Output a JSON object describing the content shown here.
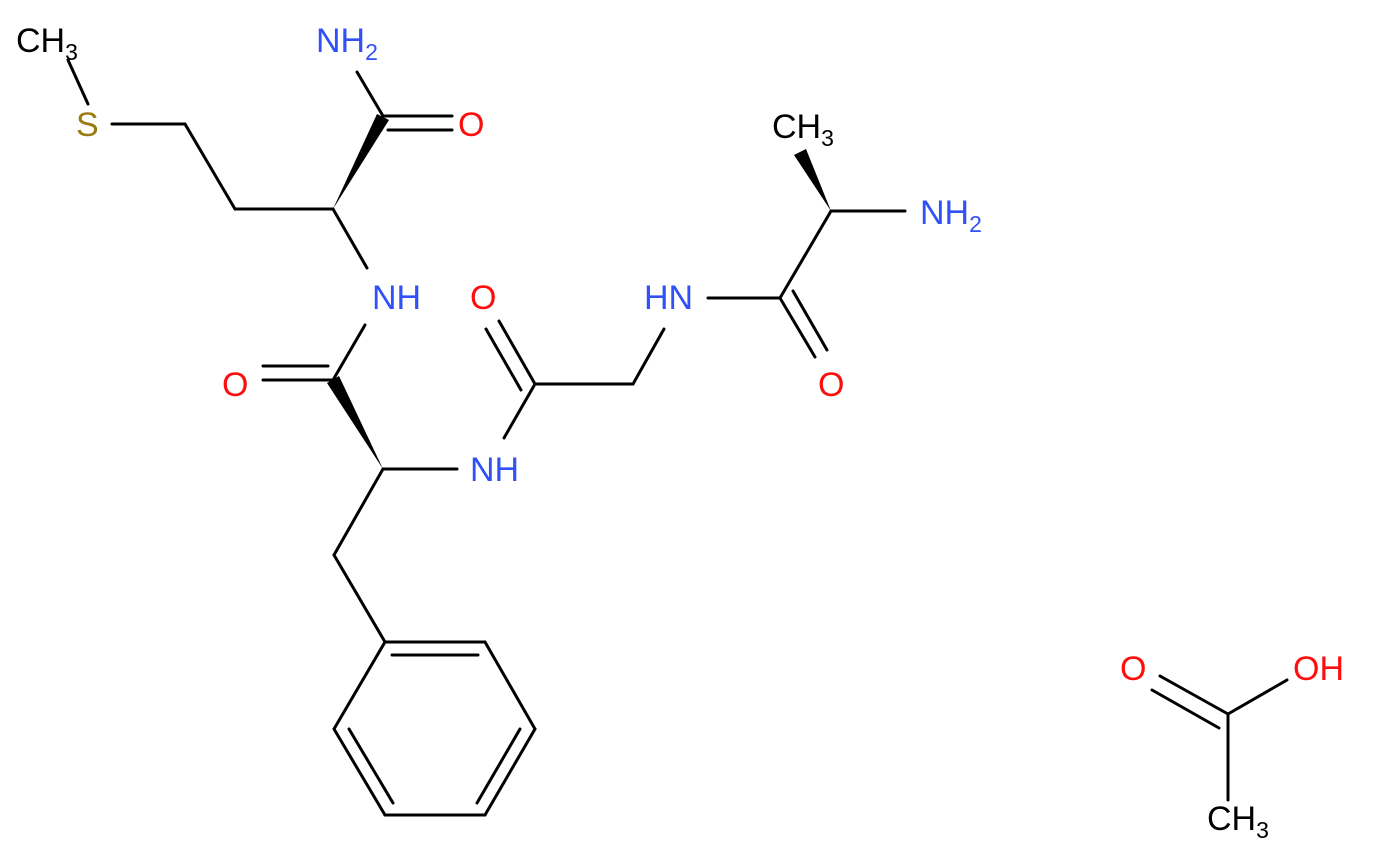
{
  "colors": {
    "bond": "#000000",
    "nitrogen": "#3050F8",
    "oxygen": "#FF0D0D",
    "sulfur": "#9A7B10",
    "carbon_label": "#000000",
    "background": "#FFFFFF"
  },
  "labels": {
    "methyl_s": {
      "main": "CH",
      "sub": "3"
    },
    "sulfur": {
      "main": "S"
    },
    "amide_nh2": {
      "main": "NH",
      "sub": "2"
    },
    "amide_o": {
      "main": "O"
    },
    "nh_met": {
      "main": "NH"
    },
    "o_phe": {
      "main": "O"
    },
    "nh_phe": {
      "main": "NH"
    },
    "o_gly": {
      "main": "O"
    },
    "nh_gly": {
      "main": "HN"
    },
    "o_ala": {
      "main": "O"
    },
    "ala_ch3": {
      "main": "CH",
      "sub": "3"
    },
    "ala_nh2": {
      "main": "NH",
      "sub": "2"
    },
    "acetic_o": {
      "main": "O"
    },
    "acetic_oh": {
      "main": "OH"
    },
    "acetic_ch3": {
      "main": "CH",
      "sub": "3"
    }
  }
}
